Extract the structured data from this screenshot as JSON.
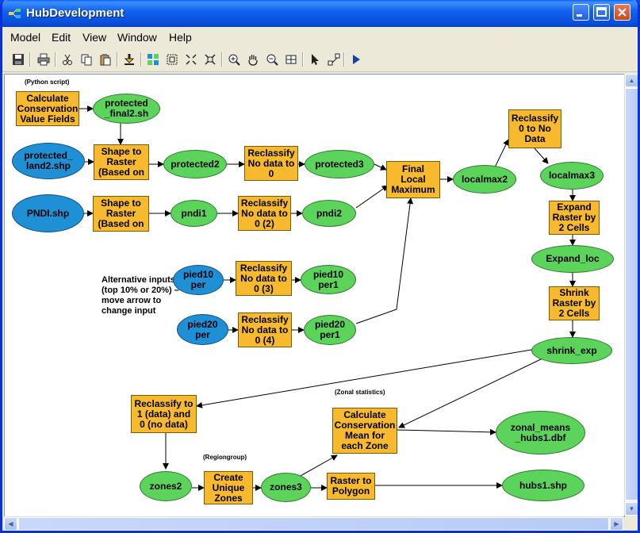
{
  "window": {
    "title": "HubDevelopment"
  },
  "menu": [
    "Model",
    "Edit",
    "View",
    "Window",
    "Help"
  ],
  "toolbar": {
    "icons": [
      "save-icon",
      "print-icon",
      "cut-icon",
      "copy-icon",
      "paste-icon",
      "add-data-icon",
      "full-extent-icon",
      "zoom-extent-icon",
      "zoom-in-fixed-icon",
      "zoom-out-fixed-icon",
      "zoom-in-icon",
      "pan-icon",
      "zoom-out-icon",
      "grid-icon",
      "select-icon",
      "connect-icon",
      "run-icon"
    ]
  },
  "notes": {
    "python": "(Python script)",
    "zonal": "(Zonal statistics)",
    "regiongroup": "(Regiongroup)"
  },
  "comment": "Alternative inputs (top 10% or 20%) – move arrow to change input",
  "nodes": {
    "calc_fields": "Calculate Conservation Value Fields",
    "protected_final2": "protected _final2.sh",
    "protected_land2": "protected_ land2.shp",
    "shape_raster1": "Shape to Raster (Based on",
    "protected2": "protected2",
    "reclass_nodata1": "Reclassify No data to 0",
    "protected3": "protected3",
    "final_local_max": "Final Local Maximum",
    "localmax2": "localmax2",
    "reclass_0_nodata": "Reclassify 0 to No Data",
    "localmax3": "localmax3",
    "pndi_shp": "PNDI.shp",
    "shape_raster2": "Shape to Raster (Based on",
    "pndi1": "pndi1",
    "reclass_nodata2": "Reclassify No data to 0 (2)",
    "pndi2": "pndi2",
    "expand_raster": "Expand Raster by 2 Cells",
    "expand_loc": "Expand_loc",
    "pied10per": "pied10 per",
    "reclass_nodata3": "Reclassify No data to 0 (3)",
    "pied10per1": "pied10 per1",
    "shrink_raster": "Shrink Raster by 2 Cells",
    "pied20per": "pied20 per",
    "reclass_nodata4": "Reclassify No data to 0 (4)",
    "pied20per1": "pied20 per1",
    "shrink_exp": "shrink_exp",
    "reclass_1_0": "Reclassify to 1 (data) and 0 (no data)",
    "calc_mean": "Calculate Conservation Mean for each Zone",
    "zonal_means": "zonal_means _hubs1.dbf",
    "zones2": "zones2",
    "create_zones": "Create Unique Zones",
    "zones3": "zones3",
    "raster_polygon": "Raster to Polygon",
    "hubs1": "hubs1.shp"
  },
  "colors": {
    "process": "#f7b92d",
    "derived_data": "#5cd45c",
    "input_data": "#1f8fd6",
    "title_bar": "#0a4fd8"
  }
}
